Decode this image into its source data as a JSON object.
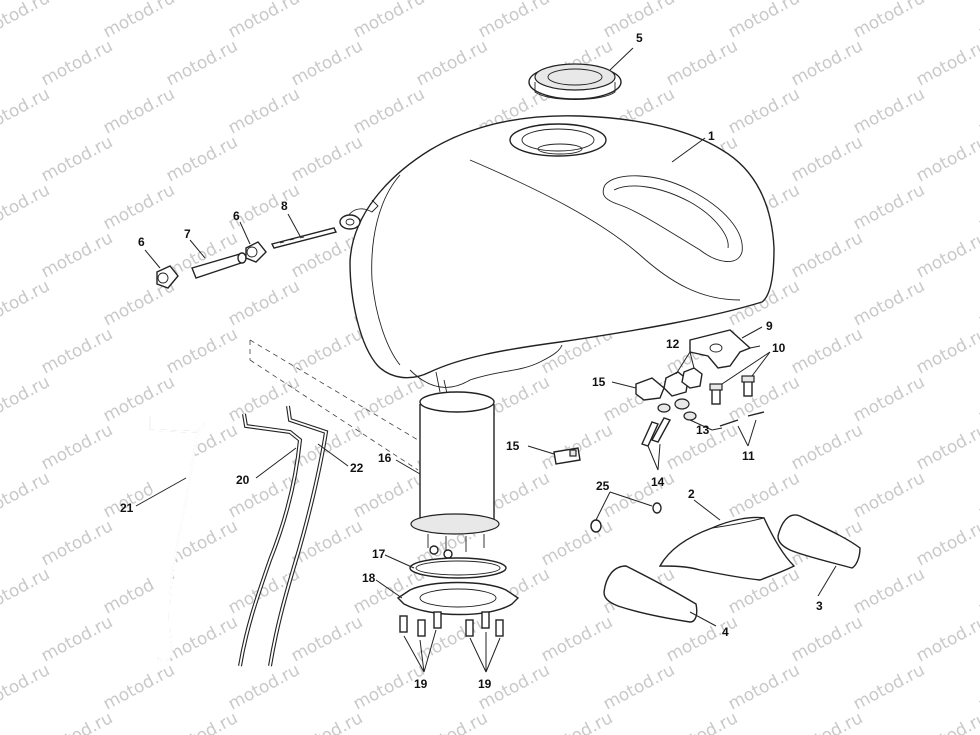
{
  "watermark": "motod.ru",
  "callouts": [
    {
      "id": "c1",
      "text": "1"
    },
    {
      "id": "c2",
      "text": "2"
    },
    {
      "id": "c3",
      "text": "3"
    },
    {
      "id": "c4",
      "text": "4"
    },
    {
      "id": "c5",
      "text": "5"
    },
    {
      "id": "c6a",
      "text": "6"
    },
    {
      "id": "c6b",
      "text": "6"
    },
    {
      "id": "c7",
      "text": "7"
    },
    {
      "id": "c8",
      "text": "8"
    },
    {
      "id": "c9",
      "text": "9"
    },
    {
      "id": "c10",
      "text": "10"
    },
    {
      "id": "c11",
      "text": "11"
    },
    {
      "id": "c12",
      "text": "12"
    },
    {
      "id": "c13",
      "text": "13"
    },
    {
      "id": "c14",
      "text": "14"
    },
    {
      "id": "c15a",
      "text": "15"
    },
    {
      "id": "c15b",
      "text": "15"
    },
    {
      "id": "c16",
      "text": "16"
    },
    {
      "id": "c17",
      "text": "17"
    },
    {
      "id": "c18",
      "text": "18"
    },
    {
      "id": "c19a",
      "text": "19"
    },
    {
      "id": "c19b",
      "text": "19"
    },
    {
      "id": "c20",
      "text": "20"
    },
    {
      "id": "c21",
      "text": "21"
    },
    {
      "id": "c22",
      "text": "22"
    },
    {
      "id": "c25",
      "text": "25"
    }
  ]
}
